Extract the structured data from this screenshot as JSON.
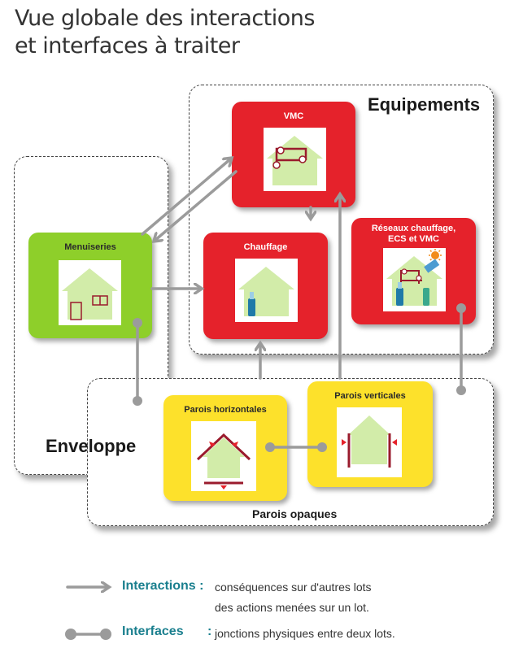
{
  "title": {
    "line1": "Vue globale des interactions",
    "line2": "et interfaces à traiter"
  },
  "regions": {
    "equipements": "Equipements",
    "enveloppe": "Enveloppe",
    "parois_opaques": "Parois opaques"
  },
  "boxes": {
    "vmc": "VMC",
    "chauffage": "Chauffage",
    "reseaux_line1": "Réseaux chauffage,",
    "reseaux_line2": "ECS et VMC",
    "menuiseries": "Menuiseries",
    "parois_horizontales": "Parois horizontales",
    "parois_verticales": "Parois verticales"
  },
  "legend": {
    "interactions_term": "Interactions :",
    "interactions_desc_line1": "conséquences sur d'autres lots",
    "interactions_desc_line2": "des actions menées sur un lot.",
    "interfaces_term": "Interfaces",
    "interfaces_colon": ":",
    "interfaces_desc": "jonctions physiques entre deux lots."
  },
  "colors": {
    "red": "#e5222b",
    "green": "#8ecf2a",
    "yellow": "#fde12b",
    "connector_gray": "#9b9b9b",
    "legend_teal": "#1a7f8e",
    "house_fill": "#d2eca9",
    "pipe_maroon": "#9a1b2d"
  },
  "icons": {
    "interaction": "arrow-icon",
    "interface": "dumbbell-connector-icon",
    "house": "house-icon",
    "sun": "sun-icon",
    "solar_panel": "solar-panel-icon"
  }
}
